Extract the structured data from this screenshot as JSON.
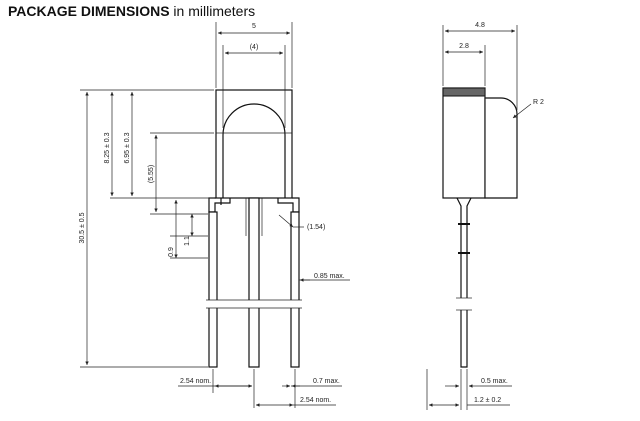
{
  "title": {
    "bold": "PACKAGE DIMENSIONS",
    "rest": " in millimeters"
  },
  "dims": {
    "width": "5",
    "width_paren": "(4)",
    "total_length": "30.5 ± 0.5",
    "h1": "8.25 ± 0.3",
    "h2": "6.95 ± 0.3",
    "h3": "(5.55)",
    "lead_a": "0.9",
    "lead_b": "1.1",
    "lead_bend": "(1.54)",
    "lead_w": "0.85 max.",
    "pitch1": "2.54 nom.",
    "pitch2": "2.54 nom.",
    "lead_t": "0.7 max.",
    "side_w": "4.8",
    "side_w2": "2.8",
    "radius": "R 2",
    "side_t": "0.5 max.",
    "side_b": "1.2 ± 0.2"
  }
}
